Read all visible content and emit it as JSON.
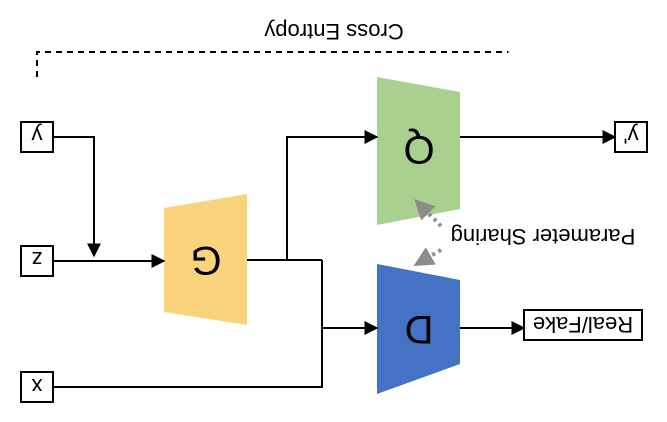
{
  "diagram": {
    "nodes": {
      "y_input": "y",
      "z_input": "z",
      "x_input": "x",
      "y_output": "y'",
      "real_fake_output": "Real/Fake",
      "generator": "G",
      "q_network": "Q",
      "discriminator": "D"
    },
    "labels": {
      "cross_entropy": "Cross Entropy",
      "parameter_sharing": "Parameter Sharing"
    },
    "colors": {
      "generator": "#fad47c",
      "q_network": "#a9d08e",
      "discriminator": "#4472c4",
      "sharing_arrows": "#8c8c8c"
    }
  }
}
